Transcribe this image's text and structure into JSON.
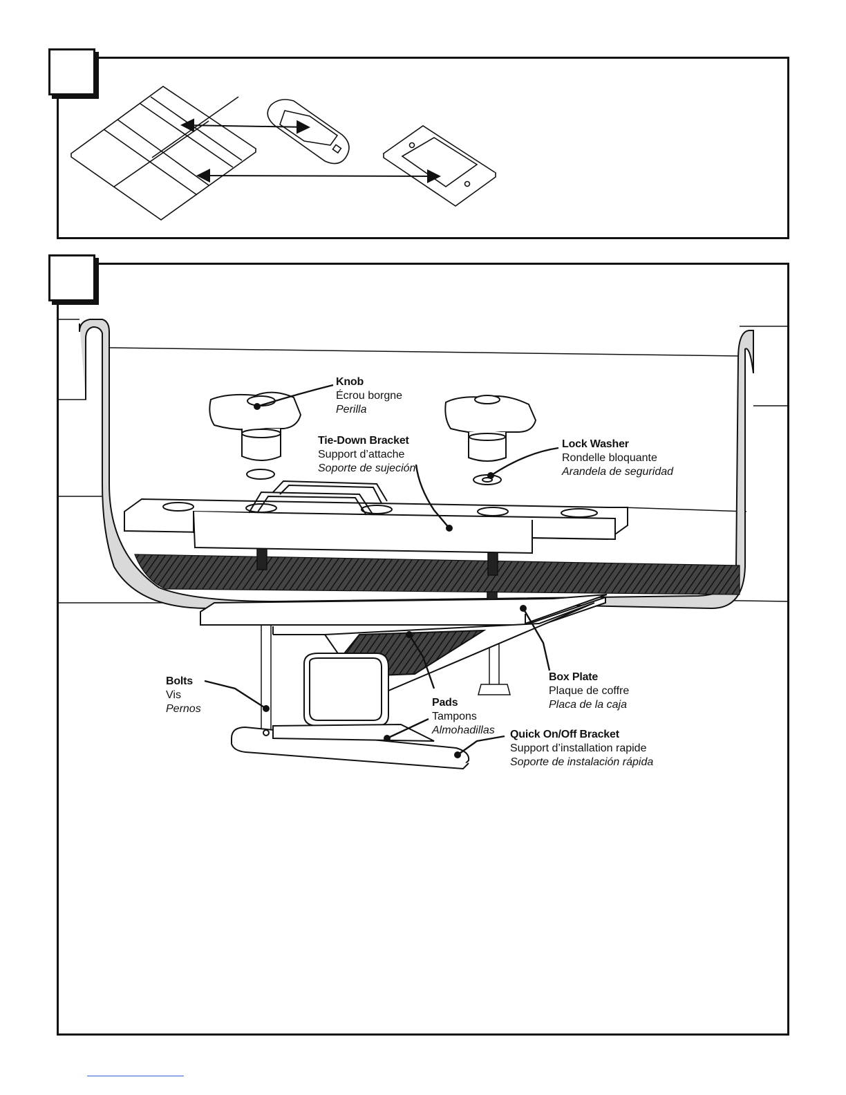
{
  "panel_a": {},
  "panel_b": {
    "labels": [
      {
        "key": "knob",
        "en": "Knob",
        "fr": "Écrou borgne",
        "es": "Perilla"
      },
      {
        "key": "tie_down_bracket",
        "en": "Tie-Down Bracket",
        "fr": "Support d’attache",
        "es": "Soporte de sujeción"
      },
      {
        "key": "lock_washer",
        "en": "Lock Washer",
        "fr": "Rondelle bloquante",
        "es": "Arandela de seguridad"
      },
      {
        "key": "bolts",
        "en": "Bolts",
        "fr": "Vis",
        "es": "Pernos"
      },
      {
        "key": "box_plate",
        "en": "Box Plate",
        "fr": "Plaque de coffre",
        "es": "Placa de la caja"
      },
      {
        "key": "pads",
        "en": "Pads",
        "fr": "Tampons",
        "es": "Almohadillas"
      },
      {
        "key": "quick_bracket",
        "en": "Quick On/Off Bracket",
        "fr": "Support d’installation rapide",
        "es": "Soporte de instalación rápida"
      }
    ]
  }
}
